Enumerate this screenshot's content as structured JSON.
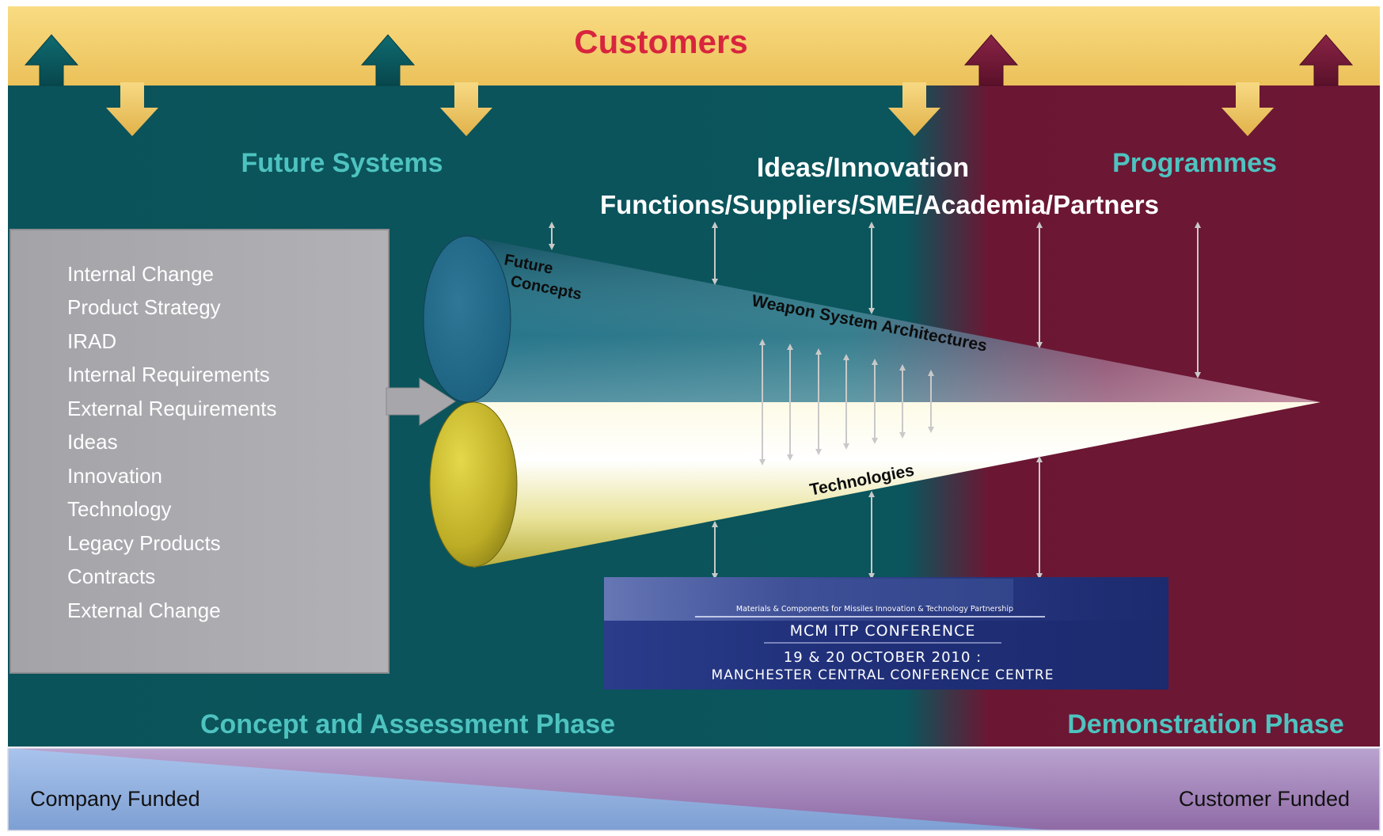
{
  "header": {
    "customers": "Customers"
  },
  "top_labels": {
    "future_systems": "Future Systems",
    "ideas_innovation": "Ideas/Innovation",
    "functions_partners": "Functions/Suppliers/SME/Academia/Partners",
    "programmes": "Programmes"
  },
  "input_list": [
    "Internal Change",
    "Product Strategy",
    "IRAD",
    "Internal Requirements",
    "External Requirements",
    "Ideas",
    "Innovation",
    "Technology",
    "Legacy Products",
    "Contracts",
    "External Change"
  ],
  "cones": {
    "future_concepts_line1": "Future",
    "future_concepts_line2": "Concepts",
    "weapon_system_architectures": "Weapon System Architectures",
    "technologies": "Technologies"
  },
  "banner": {
    "small_text": "Materials & Components for Missiles Innovation & Technology Partnership",
    "line1": "MCM ITP CONFERENCE",
    "line2": "19 & 20 OCTOBER 2010 :",
    "line3": "MANCHESTER CENTRAL CONFERENCE CENTRE"
  },
  "phases": {
    "concept": "Concept and Assessment Phase",
    "demonstration": "Demonstration Phase"
  },
  "funding": {
    "company": "Company Funded",
    "customer": "Customer Funded"
  },
  "colors": {
    "teal_background": "#0b535a",
    "maroon_background": "#6b1733",
    "customers_band": "#f5d06e",
    "customers_text": "#d8253e",
    "accent_text": "#4ec3c0",
    "input_box": "#a6a6aa",
    "funding_company": "#8fb0de",
    "funding_customer": "#9b78ad"
  }
}
